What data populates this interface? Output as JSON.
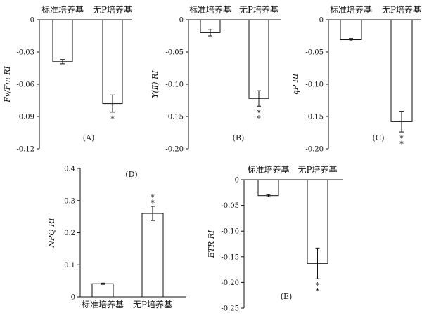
{
  "colors": {
    "axis": "#111111",
    "bar_fill": "#ffffff",
    "bar_stroke": "#111111"
  },
  "chart_data": [
    {
      "id": "A",
      "type": "bar",
      "panel_label": "(A)",
      "ylabel": "Fv/Fm RI",
      "categories": [
        "标准培养基",
        "无P培养基"
      ],
      "values": [
        -0.039,
        -0.078
      ],
      "errors": [
        0.002,
        0.008
      ],
      "significance": [
        "",
        "*"
      ],
      "ylim": [
        -0.12,
        0
      ],
      "yticks": [
        0,
        -0.03,
        -0.06,
        -0.09,
        -0.12
      ],
      "ytick_labels": [
        "0",
        "-0.03",
        "-0.06",
        "-0.09",
        "-0.12"
      ]
    },
    {
      "id": "B",
      "type": "bar",
      "panel_label": "(B)",
      "ylabel": "Y(Ⅱ) RI",
      "categories": [
        "标准培养基",
        "无P培养基"
      ],
      "values": [
        -0.02,
        -0.122
      ],
      "errors": [
        0.005,
        0.012
      ],
      "significance": [
        "",
        "**"
      ],
      "ylim": [
        -0.2,
        0
      ],
      "yticks": [
        0,
        -0.05,
        -0.1,
        -0.15,
        -0.2
      ],
      "ytick_labels": [
        "0",
        "-0.05",
        "-0.10",
        "-0.15",
        "-0.20"
      ]
    },
    {
      "id": "C",
      "type": "bar",
      "panel_label": "(C)",
      "ylabel": "qP RI",
      "categories": [
        "标准培养基",
        "无P培养基"
      ],
      "values": [
        -0.031,
        -0.158
      ],
      "errors": [
        0.002,
        0.016
      ],
      "significance": [
        "",
        "**"
      ],
      "ylim": [
        -0.2,
        0
      ],
      "yticks": [
        0,
        -0.05,
        -0.1,
        -0.15,
        -0.2
      ],
      "ytick_labels": [
        "0",
        "-0.05",
        "-0.10",
        "-0.15",
        "-0.20"
      ]
    },
    {
      "id": "D",
      "type": "bar",
      "panel_label": "(D)",
      "ylabel": "NPQ RI",
      "categories": [
        "标准培养基",
        "无P培养基"
      ],
      "values": [
        0.041,
        0.26
      ],
      "errors": [
        0.002,
        0.022
      ],
      "significance": [
        "",
        "**"
      ],
      "ylim": [
        0,
        0.4
      ],
      "yticks": [
        0,
        0.1,
        0.2,
        0.3,
        0.4
      ],
      "ytick_labels": [
        "0",
        "0.1",
        "0.2",
        "0.3",
        "0.4"
      ]
    },
    {
      "id": "E",
      "type": "bar",
      "panel_label": "(E)",
      "ylabel": "ETR RI",
      "categories": [
        "标准培养基",
        "无P培养基"
      ],
      "values": [
        -0.031,
        -0.163
      ],
      "errors": [
        0.002,
        0.03
      ],
      "significance": [
        "",
        "**"
      ],
      "ylim": [
        -0.25,
        0
      ],
      "yticks": [
        0,
        -0.05,
        -0.1,
        -0.15,
        -0.2,
        -0.25
      ],
      "ytick_labels": [
        "0",
        "-0.05",
        "-0.10",
        "-0.15",
        "-0.20",
        "-0.25"
      ]
    }
  ]
}
